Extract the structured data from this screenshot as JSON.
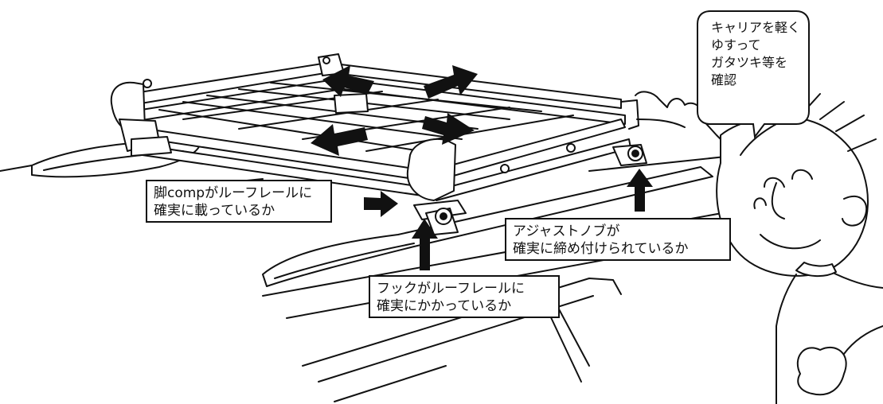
{
  "speech_bubble": {
    "lines": [
      "キャリアを軽く",
      "ゆすって",
      "ガタツキ等を",
      "確認"
    ]
  },
  "callouts": {
    "leg": {
      "lines": [
        "脚compがルーフレールに",
        "確実に載っているか"
      ]
    },
    "knob": {
      "lines": [
        "アジャストノブが",
        "確実に締め付けられているか"
      ]
    },
    "hook": {
      "lines": [
        "フックがルーフレールに",
        "確実にかかっているか"
      ]
    }
  }
}
